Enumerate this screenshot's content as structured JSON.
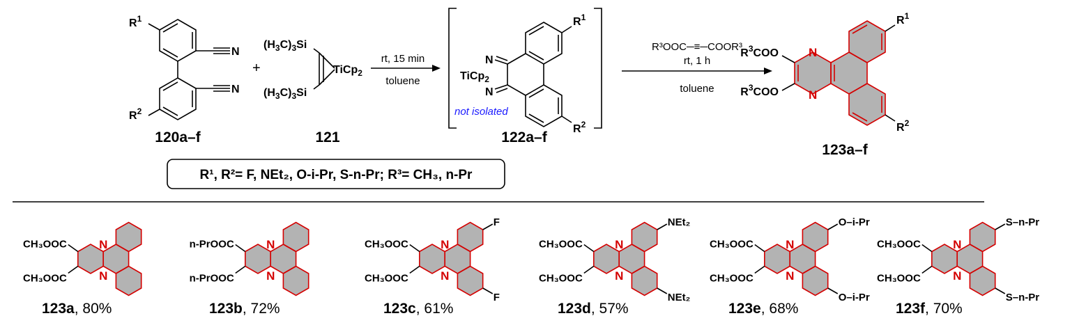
{
  "scheme": {
    "conditions": {
      "step1_top": "rt, 15 min",
      "step1_bottom": "toluene",
      "step2_reagent": "R³OOC─≡─COOR³",
      "step2_top": "rt, 1 h",
      "step2_bottom": "toluene"
    },
    "labels": {
      "sm1": "120a–f",
      "sm2": "121",
      "intermediate": "122a–f",
      "product": "123a–f",
      "not_isolated": "not isolated",
      "plus": "+"
    },
    "substituent_box": "R¹, R²= F, NEt₂, O-i-Pr, S-n-Pr; R³= CH₃, n-Pr",
    "examples": [
      {
        "id": "123a",
        "yield": ", 80%"
      },
      {
        "id": "123b",
        "yield": ", 72%"
      },
      {
        "id": "123c",
        "yield": ", 61%"
      },
      {
        "id": "123d",
        "yield": ", 57%"
      },
      {
        "id": "123e",
        "yield": ", 68%"
      },
      {
        "id": "123f",
        "yield": ", 70%"
      }
    ]
  }
}
